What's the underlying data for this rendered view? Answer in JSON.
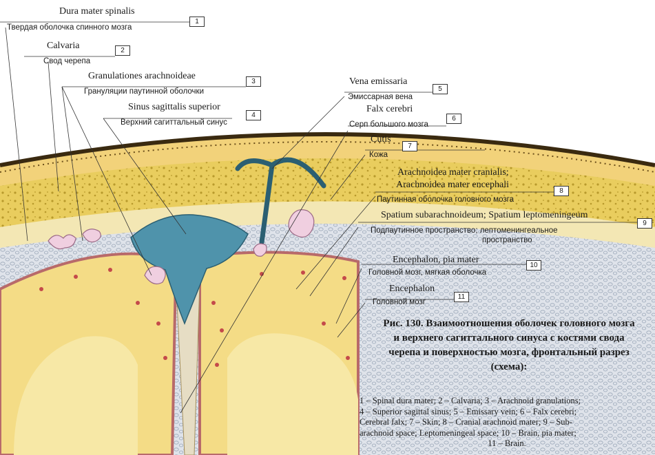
{
  "labels": [
    {
      "num": "1",
      "latin": "Dura mater spinalis",
      "russian": "Твердая оболочка спинного мозга"
    },
    {
      "num": "2",
      "latin": "Calvaria",
      "russian": "Свод черепа"
    },
    {
      "num": "3",
      "latin": "Granulationes arachnoideae",
      "russian": "Грануляции паутинной оболочки"
    },
    {
      "num": "4",
      "latin": "Sinus sagittalis superior",
      "russian": "Верхний сагиттальный синус"
    },
    {
      "num": "5",
      "latin": "Vena emissaria",
      "russian": "Эмиссарная вена"
    },
    {
      "num": "6",
      "latin": "Falx cerebri",
      "russian": "Серп большого мозга"
    },
    {
      "num": "7",
      "latin": "Cutis",
      "russian": "Кожа"
    },
    {
      "num": "8",
      "latin_line1": "Arachnoidea mater cranialis;",
      "latin_line2": "Arachnoidea mater encephali",
      "russian": "Паутинная оболочка головного мозга"
    },
    {
      "num": "9",
      "latin": "Spatium subarachnoideum; Spatium leptomeningeum",
      "russian_line1": "Подпаутинное пространство; лептоменингеальное",
      "russian_line2": "пространство"
    },
    {
      "num": "10",
      "latin": "Encephalon, pia mater",
      "russian": "Головной мозг, мягкая оболочка"
    },
    {
      "num": "11",
      "latin": "Encephalon",
      "russian": "Головной мозг"
    }
  ],
  "caption": {
    "title_lines": [
      "Рис. 130. Взаимоотношения оболочек головного мозга",
      "и верхнего сагиттального синуса с костями свода",
      "черепа и поверхностью мозга, фронтальный разрез",
      "(схема):"
    ],
    "body_lines": [
      "1 – Spinal dura mater; 2 – Calvaria; 3 – Arachnoid granulations;",
      "4 – Superior sagittal sinus; 5 – Emissary vein; 6 – Falx cerebri;",
      "Cerebral falx; 7 – Skin; 8 – Cranial arachnoid mater; 9 – Sub-",
      "arachnoid space; Leptomeningeal space; 10 – Brain, pia mater;",
      "11 – Brain."
    ]
  },
  "colors": {
    "skin": "#f2d27a",
    "bone": "#e8c95a",
    "dura": "#f3e7b4",
    "sinus": "#4f93ab",
    "granulation": "#f0cfe0",
    "subarachnoid": "#d7dbe3",
    "brain": "#f4dc86",
    "pia": "#d99c95"
  }
}
